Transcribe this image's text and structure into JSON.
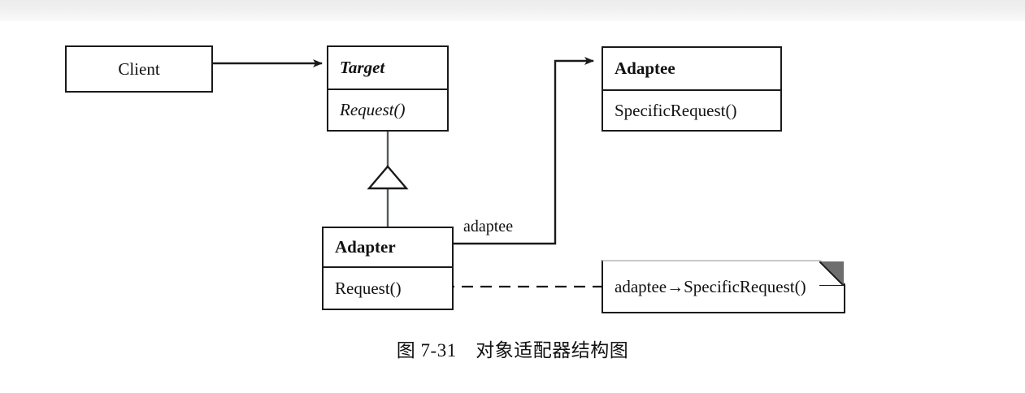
{
  "figure": {
    "caption": "图 7-31　对象适配器结构图",
    "background_color": "#ffffff",
    "line_color": "#1a1a1a",
    "note_fold_color": "#6e6e6e"
  },
  "classes": {
    "client": {
      "name": "Client",
      "abstract": false,
      "operations": []
    },
    "target": {
      "name": "Target",
      "abstract": true,
      "operations": [
        "Request()"
      ]
    },
    "adaptee": {
      "name": "Adaptee",
      "abstract": false,
      "operations": [
        "SpecificRequest()"
      ]
    },
    "adapter": {
      "name": "Adapter",
      "abstract": false,
      "operations": [
        "Request()"
      ]
    }
  },
  "note": {
    "text": "adaptee→SpecificRequest()"
  },
  "relationships": {
    "client_to_target": {
      "type": "association",
      "arrow": "filled",
      "label": ""
    },
    "adapter_to_target": {
      "type": "generalization",
      "arrow": "hollow-triangle",
      "label": ""
    },
    "adapter_to_adaptee": {
      "type": "association",
      "arrow": "filled",
      "label": "adaptee"
    },
    "request_to_note": {
      "type": "note-anchor",
      "arrow": "none",
      "label": ""
    }
  }
}
